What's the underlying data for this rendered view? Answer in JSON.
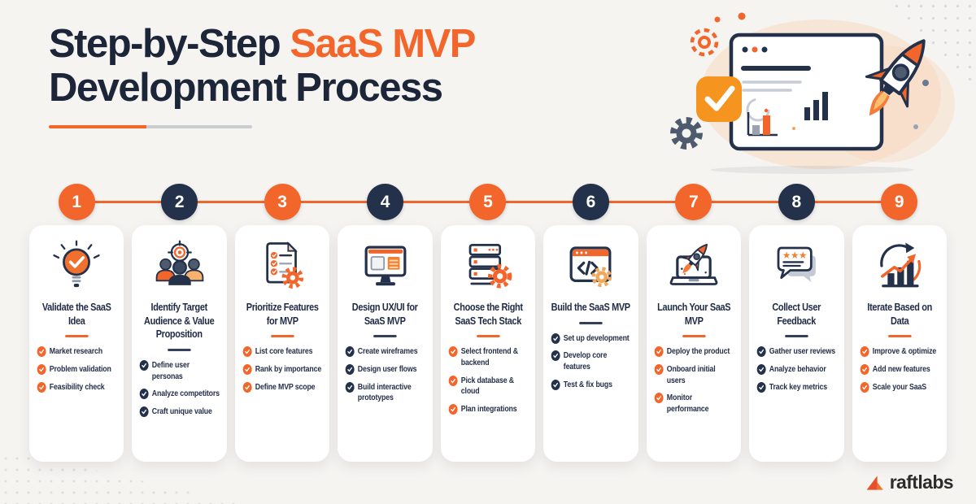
{
  "header": {
    "title_line1_navy": "Step-by-Step",
    "title_line1_accent": "SaaS MVP",
    "title_line2": "Development Process"
  },
  "steps": [
    {
      "number": "1",
      "accent": "orange",
      "icon": "lightbulb-check-icon",
      "title": "Validate the SaaS Idea",
      "bullets": [
        "Market research",
        "Problem validation",
        "Feasibility check"
      ]
    },
    {
      "number": "2",
      "accent": "navy",
      "icon": "target-audience-icon",
      "title": "Identify Target Audience & Value Proposition",
      "bullets": [
        "Define user personas",
        "Analyze competitors",
        "Craft unique value"
      ]
    },
    {
      "number": "3",
      "accent": "orange",
      "icon": "checklist-gear-icon",
      "title": "Prioritize Features for MVP",
      "bullets": [
        "List core features",
        "Rank by importance",
        "Define MVP scope"
      ]
    },
    {
      "number": "4",
      "accent": "navy",
      "icon": "monitor-wireframe-icon",
      "title": "Design UX/UI for SaaS MVP",
      "bullets": [
        "Create wireframes",
        "Design user flows",
        "Build interactive prototypes"
      ]
    },
    {
      "number": "5",
      "accent": "orange",
      "icon": "server-gear-icon",
      "title": "Choose the Right SaaS Tech Stack",
      "bullets": [
        "Select frontend & backend",
        "Pick database & cloud",
        "Plan integrations"
      ]
    },
    {
      "number": "6",
      "accent": "navy",
      "icon": "code-window-gear-icon",
      "title": "Build the SaaS MVP",
      "bullets": [
        "Set up development",
        "Develop core features",
        "Test & fix bugs"
      ]
    },
    {
      "number": "7",
      "accent": "orange",
      "icon": "laptop-rocket-icon",
      "title": "Launch Your SaaS MVP",
      "bullets": [
        "Deploy the product",
        "Onboard initial users",
        "Monitor performance"
      ]
    },
    {
      "number": "8",
      "accent": "navy",
      "icon": "feedback-bubbles-icon",
      "title": "Collect User Feedback",
      "bullets": [
        "Gather user reviews",
        "Analyze behavior",
        "Track key metrics"
      ]
    },
    {
      "number": "9",
      "accent": "orange",
      "icon": "growth-chart-icon",
      "title": "Iterate Based on Data",
      "bullets": [
        "Improve & optimize",
        "Add new features",
        "Scale your SaaS"
      ]
    }
  ],
  "hero_illustration": {
    "icons": [
      "laptop-icon",
      "browser-window-icon",
      "bar-chart-icon",
      "rocket-icon",
      "check-badge-icon",
      "gear-outline-icon",
      "gear-solid-icon"
    ]
  },
  "footer": {
    "brand": "raftlabs"
  },
  "colors": {
    "orange": "#F2662B",
    "navy": "#24314A",
    "background": "#F6F4F1",
    "rule_gray": "#C9CCD1",
    "card_white": "#FFFFFF"
  }
}
